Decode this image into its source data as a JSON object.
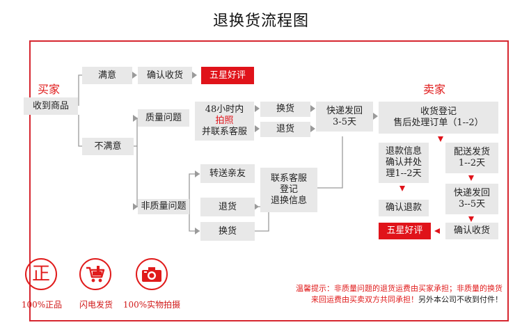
{
  "title": "退换货流程图",
  "buyer": {
    "label": "买家",
    "receive": "收到商品",
    "satisfied": "满意",
    "confirm": "确认收货",
    "five_star": "五星好评",
    "unsatisfied": "不满意",
    "quality_issue": "质量问题",
    "photo_box": {
      "line1": "48小时内",
      "line2": "拍照",
      "line3": "并联系客服"
    },
    "exchange": "换货",
    "return": "退货",
    "non_quality": "非质量问题",
    "gift": "转送亲友",
    "nq_return": "退货",
    "nq_exchange": "换货",
    "contact": {
      "line1": "联系客服",
      "line2": "登记",
      "line3": "退换信息"
    },
    "courier": {
      "line1": "快递发回",
      "line2": "3-5天"
    }
  },
  "seller": {
    "label": "卖家",
    "register": {
      "line1": "收货登记",
      "line2": "售后处理订单（1--2）"
    },
    "refund_info": {
      "line1": "退款信息",
      "line2": "确认并处",
      "line3": "理1--2天"
    },
    "ship": {
      "line1": "配送发货",
      "line2": "1--2天"
    },
    "courier": {
      "line1": "快递发回",
      "line2": "3--5天"
    },
    "confirm_refund": "确认退款",
    "confirm_receipt": "确认收货",
    "five_star": "五星好评"
  },
  "badges": [
    {
      "icon": "genuine-icon",
      "glyph": "正",
      "label": "100%正品"
    },
    {
      "icon": "shopping-cart-icon",
      "label": "闪电发货"
    },
    {
      "icon": "camera-icon",
      "label": "100%实物拍摄"
    }
  ],
  "note": {
    "line1": "温馨提示：非质量问题的退货运费由买家承担；非质量的换货",
    "line2_red": "来回运费由买卖双方共同承担！",
    "line2_black": "另外本公司不收到付件！"
  },
  "colors": {
    "accent": "#e0131a",
    "box": "#e8e8e8",
    "line": "#9a9a9a"
  }
}
